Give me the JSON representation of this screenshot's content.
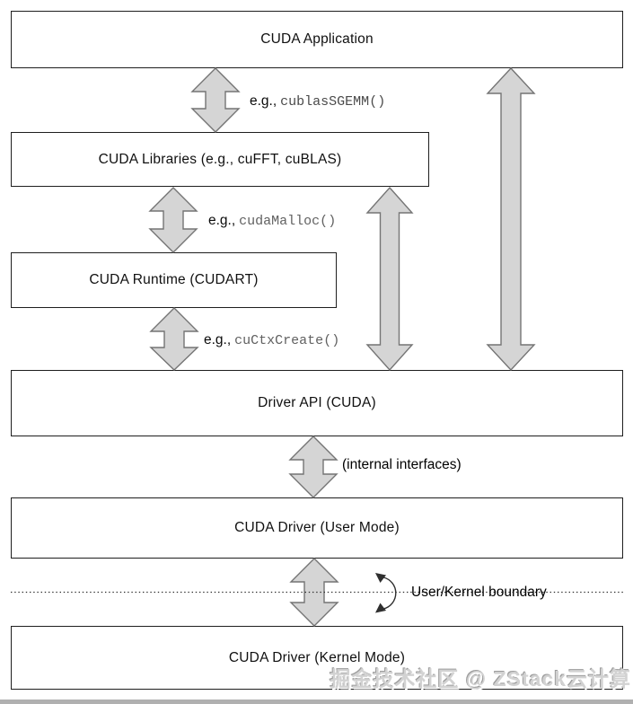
{
  "diagram": {
    "title_semantics": "CUDA software stack layers",
    "boxes": [
      {
        "id": "cuda-application",
        "label": "CUDA Application"
      },
      {
        "id": "cuda-libraries",
        "label": "CUDA Libraries (e.g., cuFFT, cuBLAS)"
      },
      {
        "id": "cuda-runtime",
        "label": "CUDA Runtime (CUDART)"
      },
      {
        "id": "driver-api",
        "label": "Driver API (CUDA)"
      },
      {
        "id": "cuda-driver-user",
        "label": "CUDA Driver (User Mode)"
      },
      {
        "id": "cuda-driver-kernel",
        "label": "CUDA Driver (Kernel Mode)"
      }
    ],
    "edge_labels": [
      {
        "prefix": "e.g.,",
        "code": "cublasSGEMM()"
      },
      {
        "prefix": "e.g.,",
        "code": "cudaMalloc()"
      },
      {
        "prefix": "e.g.,",
        "code": "cuCtxCreate()"
      }
    ],
    "internal_interfaces_label": "(internal interfaces)",
    "boundary_label": "User/Kernel boundary",
    "watermark": "掘金技术社区 @ ZStack云计算",
    "colors": {
      "arrow_fill": "#d5d5d5",
      "arrow_stroke": "#747474",
      "box_border": "#1e1e1e",
      "bottom_bar": "#b0b0b0",
      "watermark_gray": "#d2d2d2"
    }
  }
}
